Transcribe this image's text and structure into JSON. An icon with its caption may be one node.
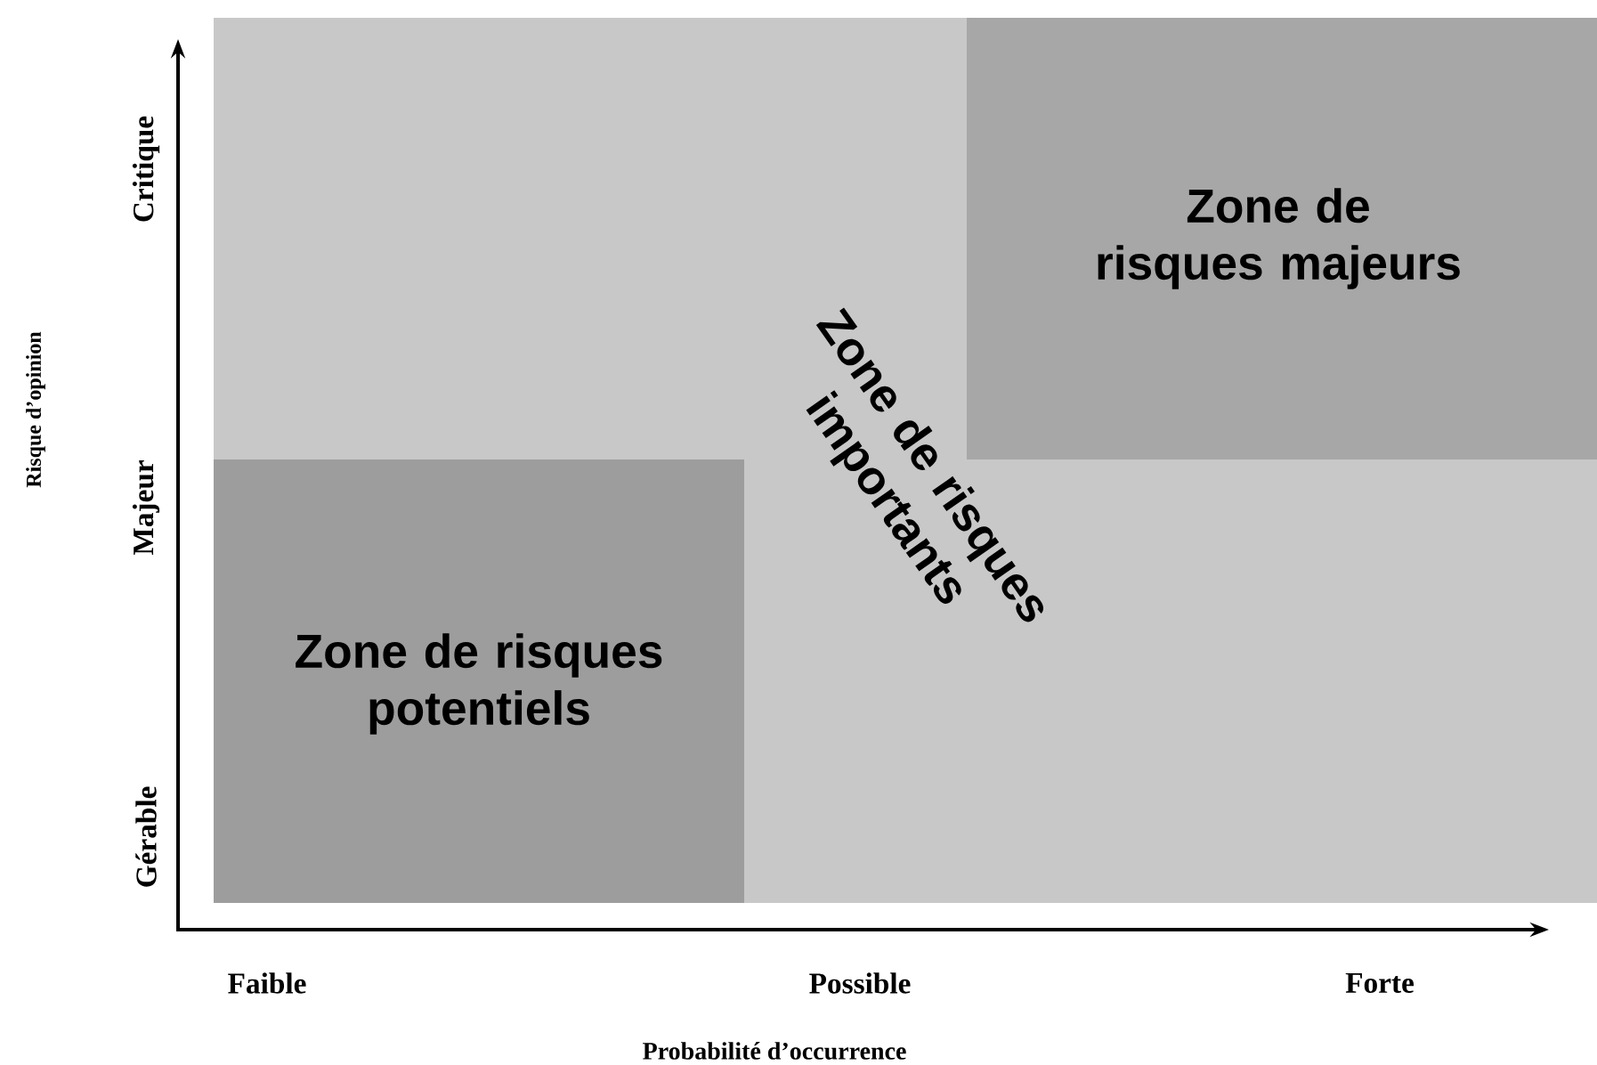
{
  "diagram": {
    "nodes": [
      {
        "text": [
          "Zone de risques importants"
        ]
      },
      {
        "text": [
          "Zone de risques majeurs"
        ],
        "in": 0
      },
      {
        "text": [
          "Zone de risques potentiels"
        ],
        "in": 0
      }
    ],
    "labels": [
      "Risque d’opinion",
      "Critique",
      "Majeur",
      "Gérable",
      "Faible",
      "Possible",
      "Forte",
      "Probabilité d’occurrence"
    ]
  }
}
